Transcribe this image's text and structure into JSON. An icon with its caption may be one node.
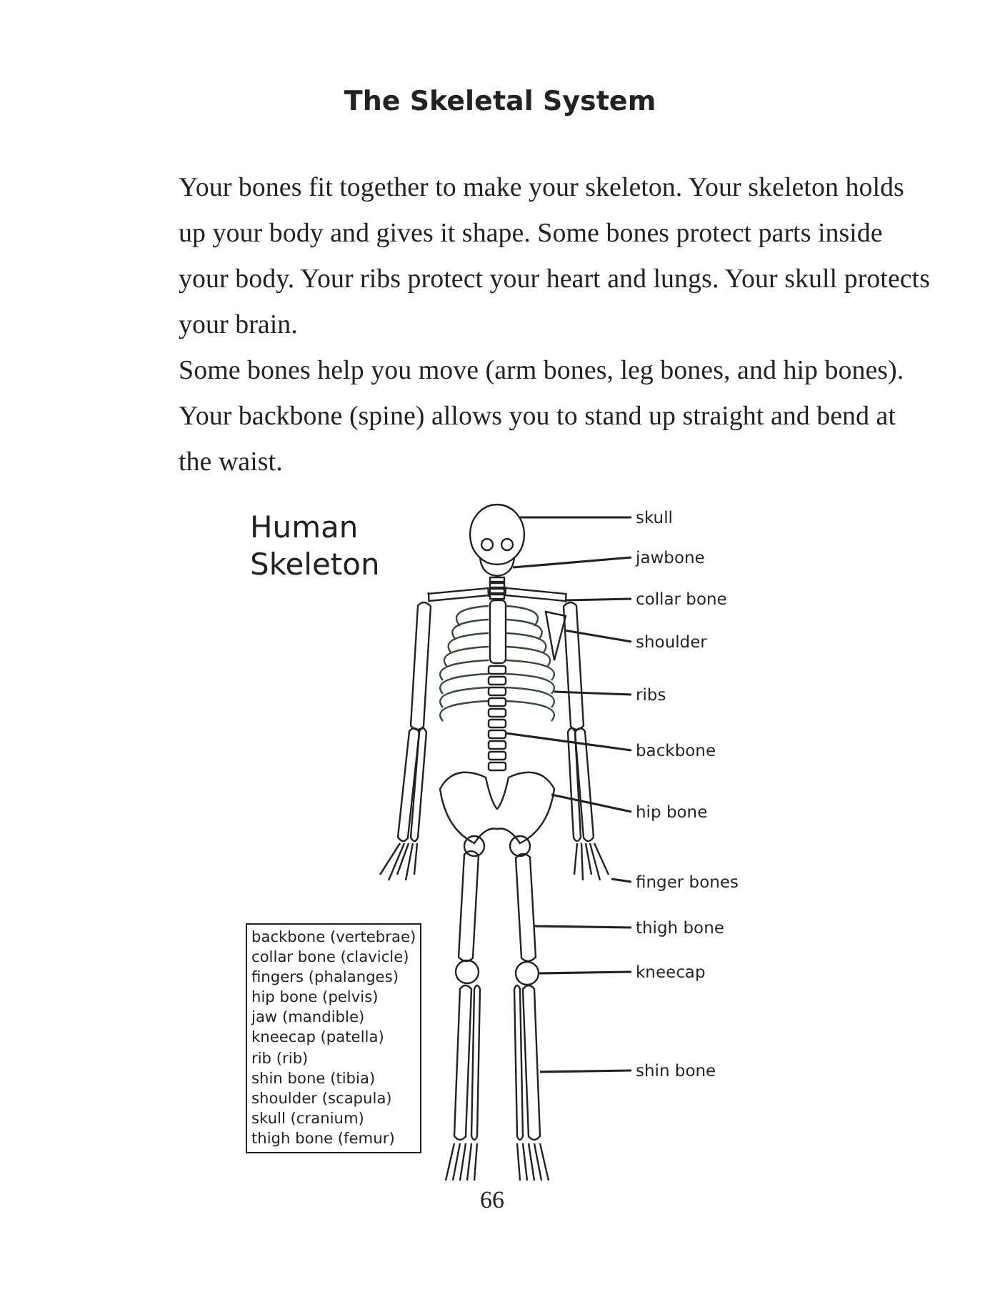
{
  "diagram": {
    "title": "The Skeletal System",
    "nodes": [
      {
        "text": [
          "skull"
        ]
      },
      {
        "text": [
          "jawbone"
        ]
      },
      {
        "text": [
          "collar bone"
        ]
      },
      {
        "text": [
          "shoulder"
        ]
      },
      {
        "text": [
          "ribs"
        ]
      },
      {
        "text": [
          "backbone"
        ]
      },
      {
        "text": [
          "hip bone"
        ]
      },
      {
        "text": [
          "finger bones"
        ]
      },
      {
        "text": [
          "thigh bone"
        ]
      },
      {
        "text": [
          "kneecap"
        ]
      },
      {
        "text": [
          "shin bone"
        ]
      },
      {
        "text": [
          "backbone (vertebrae)",
          "collar bone (clavicle)",
          "fingers (phalanges)",
          "hip bone (pelvis)",
          "jaw (mandible)",
          "kneecap (patella)",
          "rib (rib)",
          "shin bone (tibia)",
          "shoulder (scapula)",
          "skull (cranium)",
          "thigh bone (femur)"
        ]
      },
      {
        "text": [],
        "shape": "picture"
      },
      {
        "text": [],
        "shape": "picture"
      },
      {
        "text": [],
        "shape": "picture"
      },
      {
        "text": [],
        "shape": "picture"
      },
      {
        "text": [],
        "shape": "picture"
      },
      {
        "text": [],
        "shape": "picture"
      },
      {
        "text": [],
        "shape": "picture"
      },
      {
        "text": [],
        "shape": "picture"
      },
      {
        "text": [],
        "shape": "picture"
      },
      {
        "text": [],
        "shape": "circle"
      },
      {
        "text": [],
        "shape": "picture"
      }
    ],
    "edges": [
      {
        "from": 0,
        "to": 12,
        "arrow": "none"
      },
      {
        "from": 1,
        "to": 13,
        "arrow": "none"
      },
      {
        "from": 2,
        "to": 14,
        "arrow": "none"
      },
      {
        "from": 3,
        "to": 15,
        "arrow": "none"
      },
      {
        "from": 4,
        "to": 16,
        "arrow": "none"
      },
      {
        "from": 5,
        "to": 17,
        "arrow": "none"
      },
      {
        "from": 6,
        "to": 18,
        "arrow": "none"
      },
      {
        "from": 7,
        "to": 19,
        "arrow": "none"
      },
      {
        "from": 8,
        "to": 20,
        "arrow": "none"
      },
      {
        "from": 9,
        "to": 21,
        "arrow": "none"
      },
      {
        "from": 10,
        "to": 22,
        "arrow": "none"
      }
    ],
    "labels": [
      "Your bones fit together to make your skeleton. Your skeleton holds up your body and gives it shape. Some bones protect parts inside your body. Your ribs protect your heart and lungs. Your skull protects your brain.",
      "Some bones help you move (arm bones, leg bones, and hip bones). Your backbone (spine) allows you to stand up straight and bend at the waist.",
      "Human Skeleton",
      "66"
    ]
  }
}
